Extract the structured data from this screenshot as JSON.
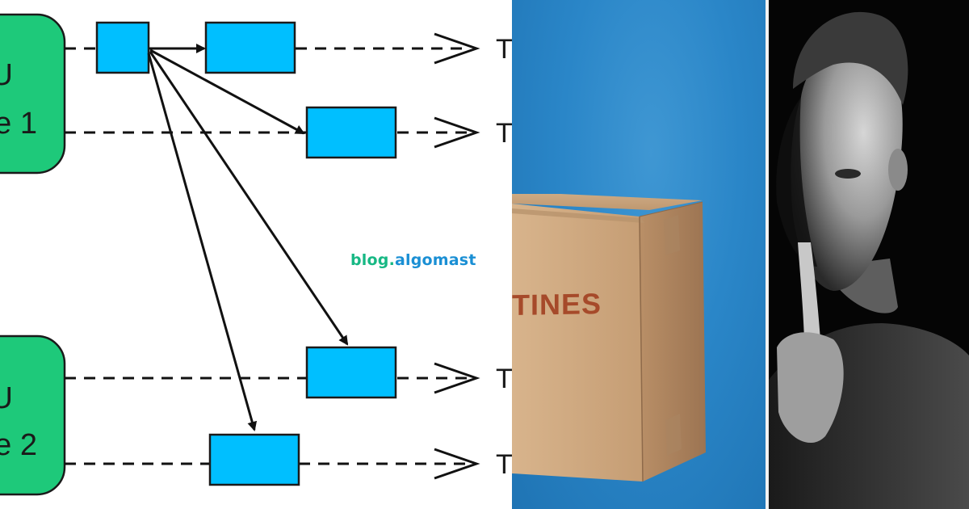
{
  "diagram": {
    "node_1_line1": "U",
    "node_1_line2": "e 1",
    "node_2_line1": "U",
    "node_2_line2": "e 2",
    "row_labels": [
      "T",
      "T",
      "T",
      "T"
    ],
    "watermark_part1": "blog.",
    "watermark_part2": "algomast",
    "colors": {
      "node_fill": "#1ec97a",
      "queue_box_fill": "#00bfff",
      "watermark_part1": "#17b884",
      "watermark_part2": "#1a8fd4"
    }
  },
  "box_photo": {
    "printed_text": "TINES",
    "colors": {
      "background": "#2a86c8",
      "cardboard": "#c9a27c",
      "print": "#a64a2a"
    }
  },
  "portrait_photo": {
    "subject": "man-shushing-gesture",
    "colors": {
      "background": "#050505"
    }
  }
}
